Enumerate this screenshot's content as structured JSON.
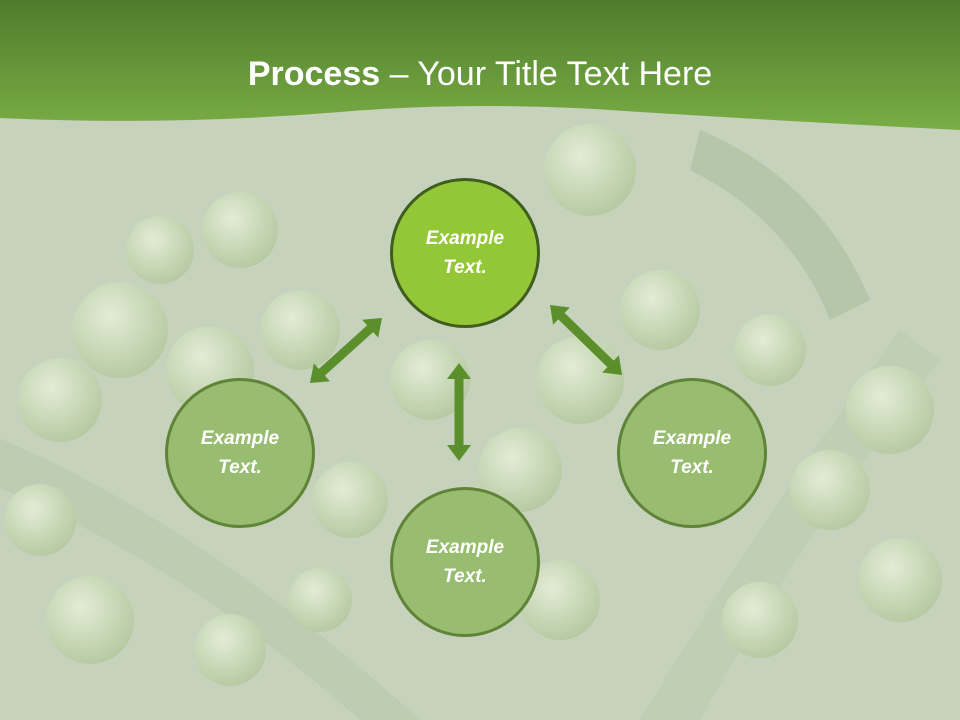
{
  "header": {
    "title_bold": "Process",
    "title_dash": " – ",
    "title_rest": "Your Title Text Here"
  },
  "diagram": {
    "center": {
      "label": "Example Text."
    },
    "left": {
      "label": "Example Text."
    },
    "right": {
      "label": "Example Text."
    },
    "bottom": {
      "label": "Example Text."
    }
  },
  "colors": {
    "banner": "#6a9e3a",
    "center_node": "#93c737",
    "outer_node": "#98bd71",
    "arrow": "#5b8f2c",
    "background": "#c7d2bd"
  },
  "icons": {
    "arrows": [
      "double-arrow-icon",
      "double-arrow-icon",
      "double-arrow-icon"
    ]
  }
}
